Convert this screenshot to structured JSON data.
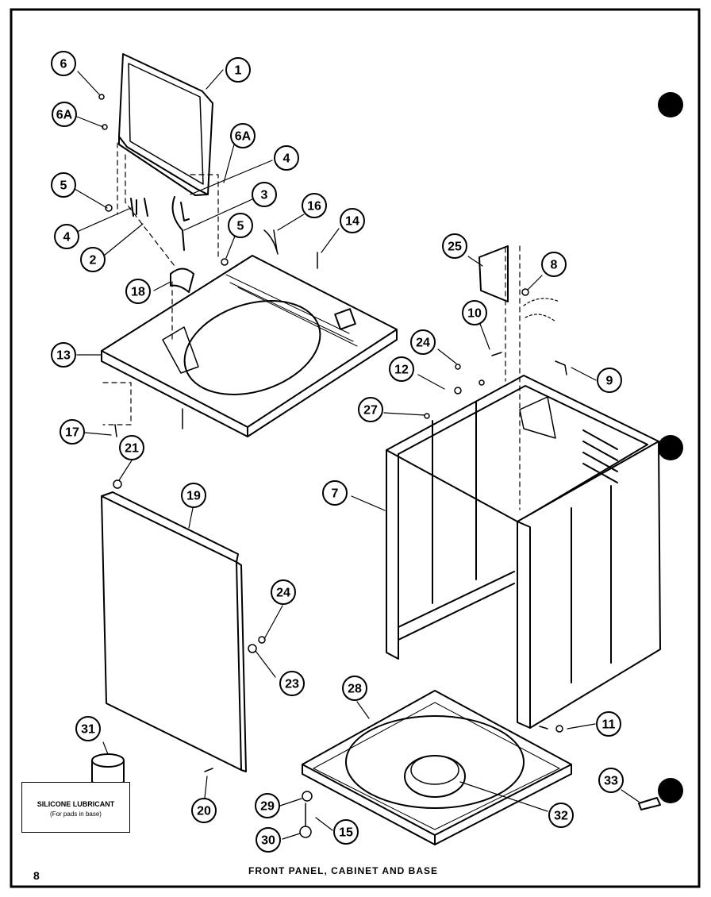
{
  "caption": "FRONT PANEL, CABINET AND BASE",
  "page_number": "8",
  "lubricant_label": {
    "title": "SILICONE LUBRICANT",
    "note": "(For pads in base)"
  },
  "callouts": [
    {
      "id": "1",
      "label": "1"
    },
    {
      "id": "2",
      "label": "2"
    },
    {
      "id": "3",
      "label": "3"
    },
    {
      "id": "4a",
      "label": "4"
    },
    {
      "id": "4b",
      "label": "4"
    },
    {
      "id": "5a",
      "label": "5"
    },
    {
      "id": "5b",
      "label": "5"
    },
    {
      "id": "6",
      "label": "6"
    },
    {
      "id": "6Aa",
      "label": "6A"
    },
    {
      "id": "6Ab",
      "label": "6A"
    },
    {
      "id": "7",
      "label": "7"
    },
    {
      "id": "8",
      "label": "8"
    },
    {
      "id": "9",
      "label": "9"
    },
    {
      "id": "10",
      "label": "10"
    },
    {
      "id": "11",
      "label": "11"
    },
    {
      "id": "12",
      "label": "12"
    },
    {
      "id": "13",
      "label": "13"
    },
    {
      "id": "14",
      "label": "14"
    },
    {
      "id": "15",
      "label": "15"
    },
    {
      "id": "16",
      "label": "16"
    },
    {
      "id": "17",
      "label": "17"
    },
    {
      "id": "18",
      "label": "18"
    },
    {
      "id": "19",
      "label": "19"
    },
    {
      "id": "20",
      "label": "20"
    },
    {
      "id": "21",
      "label": "21"
    },
    {
      "id": "23",
      "label": "23"
    },
    {
      "id": "24a",
      "label": "24"
    },
    {
      "id": "24b",
      "label": "24"
    },
    {
      "id": "25",
      "label": "25"
    },
    {
      "id": "27",
      "label": "27"
    },
    {
      "id": "28",
      "label": "28"
    },
    {
      "id": "29",
      "label": "29"
    },
    {
      "id": "30",
      "label": "30"
    },
    {
      "id": "31",
      "label": "31"
    },
    {
      "id": "32",
      "label": "32"
    },
    {
      "id": "33",
      "label": "33"
    }
  ]
}
